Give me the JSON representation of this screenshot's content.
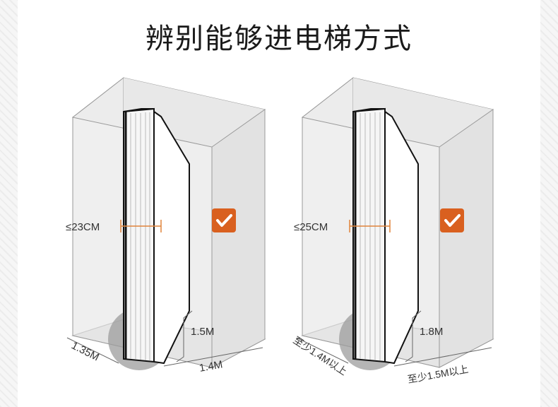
{
  "title": "辨别能够进电梯方式",
  "colors": {
    "accent": "#d9601f",
    "measure": "#e0843a",
    "box_face": "#e6e6e6",
    "floor": "#d2d2d2",
    "outline": "#9a9a9a",
    "mattress_outline": "#111111",
    "shadow": "#999999"
  },
  "icons": {
    "check": "check-icon"
  },
  "diagrams": [
    {
      "thickness_label": "≤23CM",
      "height_label": "1.5M",
      "width_label": "1.4M",
      "depth_label": "1.35M"
    },
    {
      "thickness_label": "≤25CM",
      "height_label": "1.8M",
      "width_label": "至少1.5M以上",
      "depth_label": "至少1.4M以上"
    }
  ]
}
